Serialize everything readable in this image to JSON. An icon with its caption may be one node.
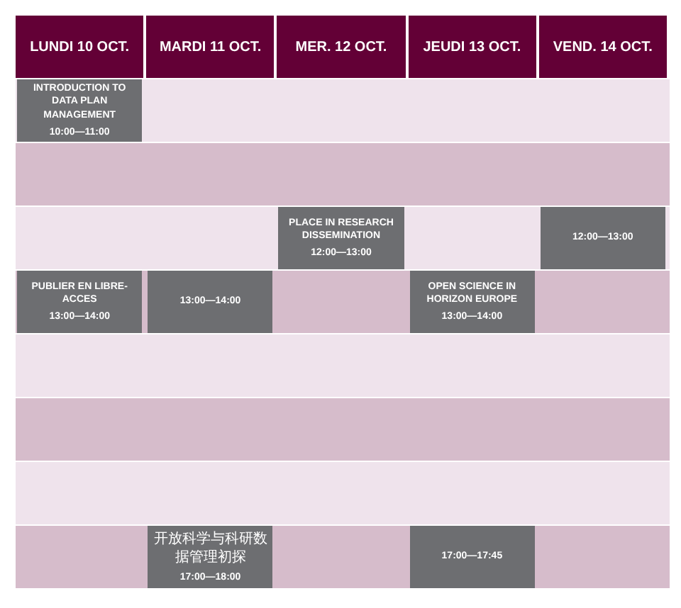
{
  "diagram": {
    "nodes": [
      {
        "text": [
          "LUNDI 10 OCT."
        ]
      },
      {
        "text": [
          "MARDI 11 OCT."
        ]
      },
      {
        "text": [
          "MER. 12 OCT."
        ]
      },
      {
        "text": [
          "JEUDI 13 OCT."
        ]
      },
      {
        "text": [
          "VEND. 14 OCT."
        ]
      },
      {
        "text": [
          "INTRODUCTION TO DATA PLAN MANAGEMENT",
          "10:00—11:00"
        ]
      },
      {
        "text": [
          "PLACE IN RESEARCH DISSEMINATION",
          "12:00—13:00"
        ]
      },
      {
        "text": [
          "12:00—13:00"
        ]
      },
      {
        "text": [
          "PUBLIER EN LIBRE-ACCES",
          "13:00—14:00"
        ]
      },
      {
        "text": [
          "13:00—14:00"
        ]
      },
      {
        "text": [
          "OPEN SCIENCE IN HORIZON EUROPE",
          "13:00—14:00"
        ]
      },
      {
        "text": [
          "开放科学与科研数据管理初探",
          "17:00—18:00"
        ]
      },
      {
        "text": [
          "17:00—17:45"
        ]
      }
    ]
  }
}
